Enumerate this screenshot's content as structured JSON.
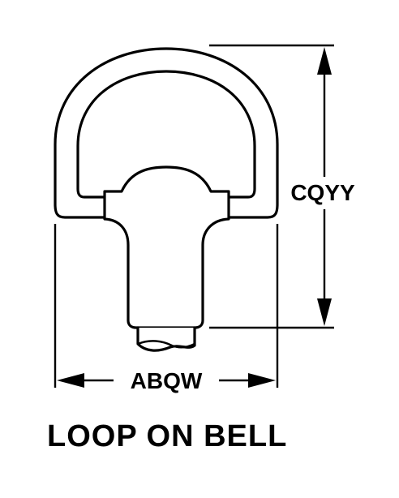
{
  "diagram": {
    "caption": "LOOP ON BELL",
    "dimensions": {
      "height_code": "CQYY",
      "width_code": "ABQW"
    }
  }
}
